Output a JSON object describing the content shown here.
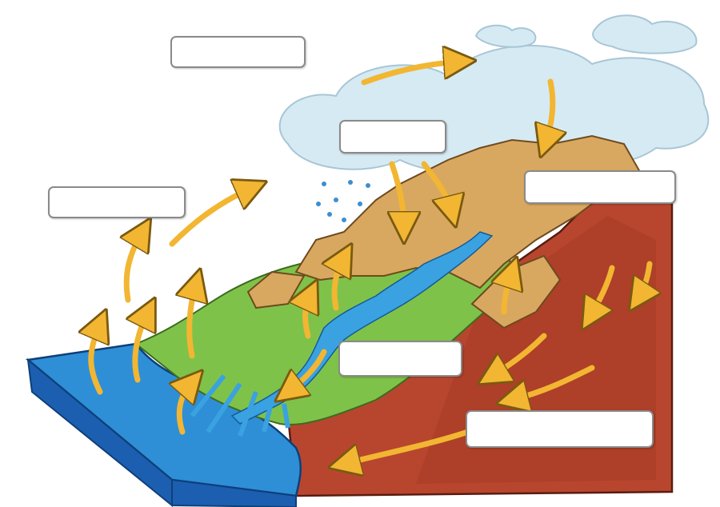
{
  "diagram": {
    "type": "water-cycle-illustration",
    "label_boxes": [
      {
        "id": "box-top-left",
        "value": ""
      },
      {
        "id": "box-cloud",
        "value": ""
      },
      {
        "id": "box-left",
        "value": ""
      },
      {
        "id": "box-right",
        "value": ""
      },
      {
        "id": "box-river",
        "value": ""
      },
      {
        "id": "box-bottom-right",
        "value": ""
      }
    ],
    "colors": {
      "sky_cloud": "#bfe0ee",
      "ocean": "#2e8fd6",
      "ocean_side": "#1c5fb0",
      "land_green": "#7fc24a",
      "mountain": "#d9a860",
      "soil": "#b8462e",
      "arrow": "#f2b632"
    }
  }
}
